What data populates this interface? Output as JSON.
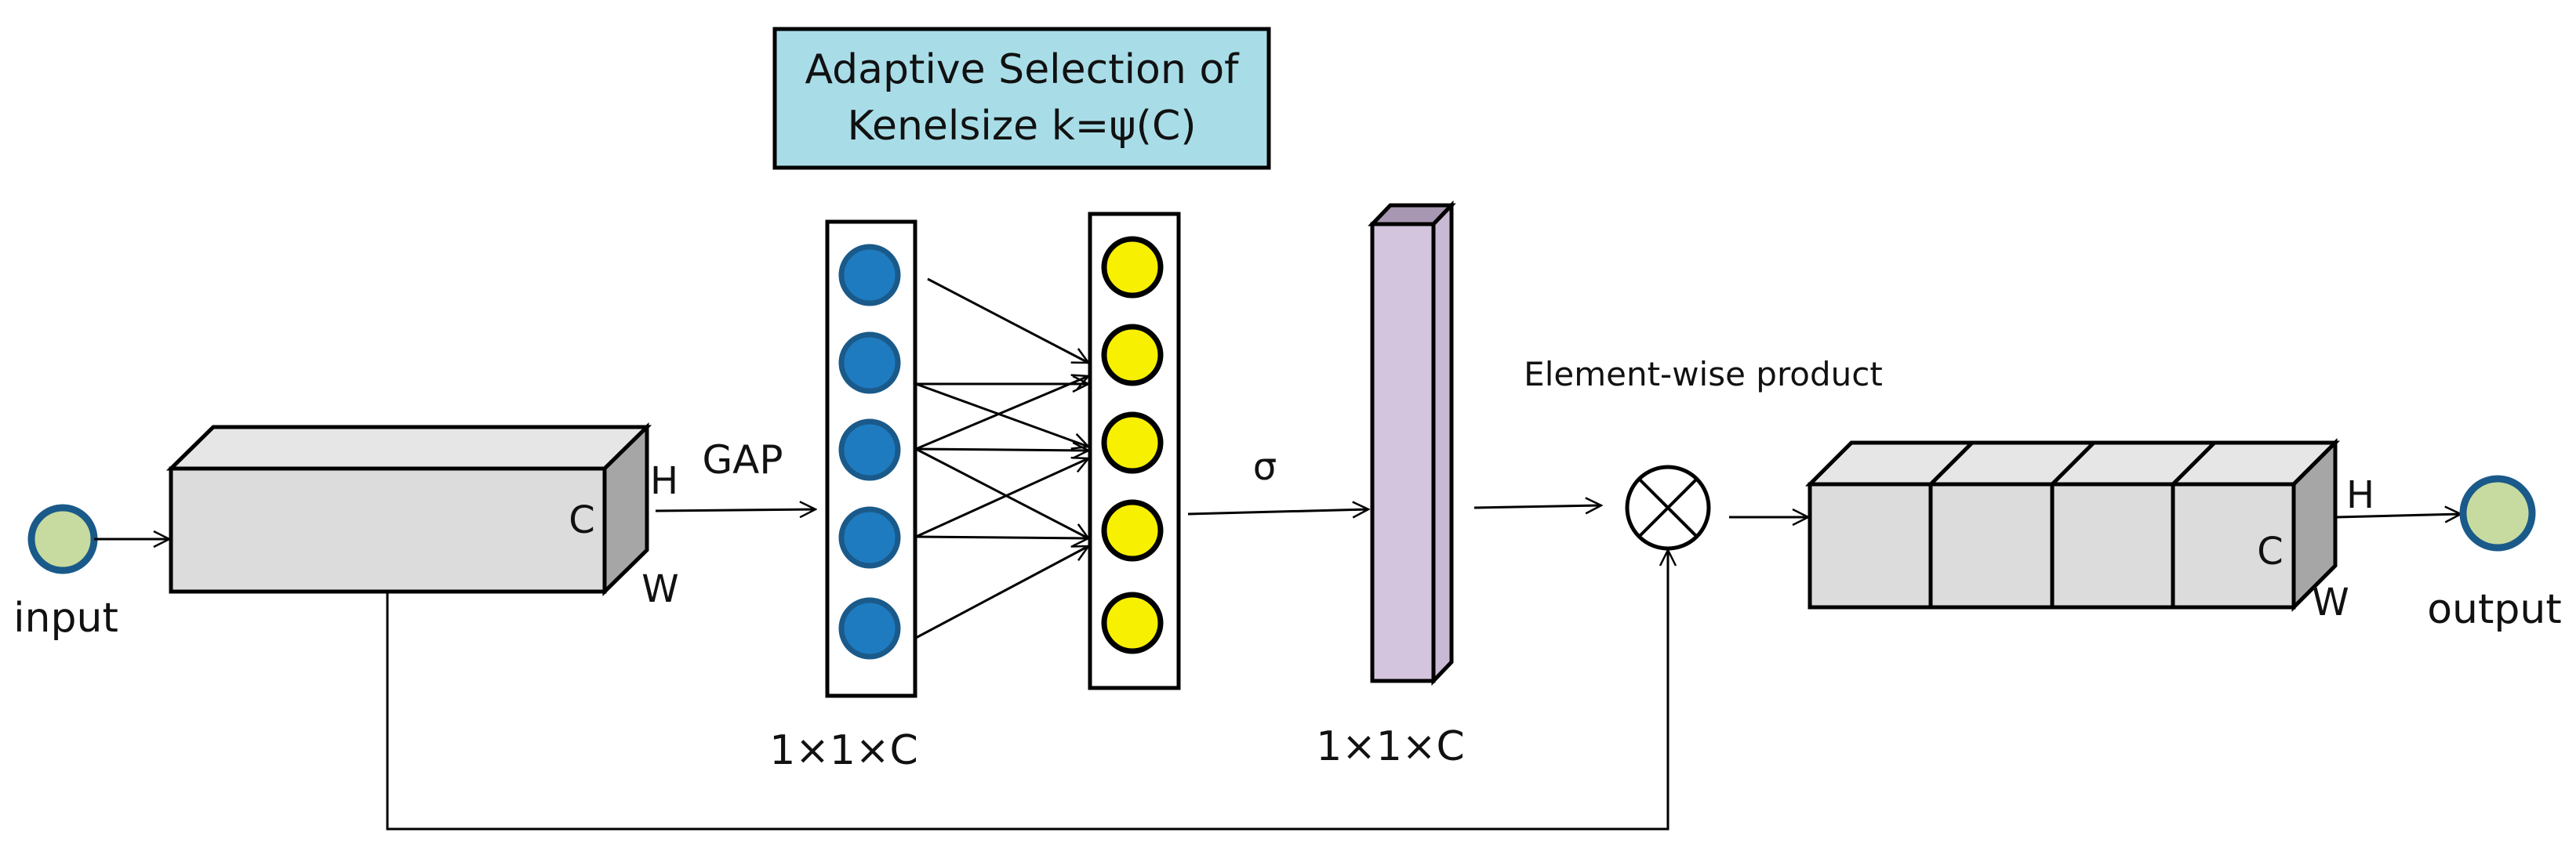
{
  "title_box": {
    "line1": "Adaptive Selection of",
    "line2": "Kenelsize k=ψ(C)"
  },
  "labels": {
    "input": "input",
    "output": "output",
    "gap": "GAP",
    "sigma": "σ",
    "element_wise": "Element-wise product",
    "dim1": "1×1×C",
    "dim2": "1×1×C",
    "input_h": "H",
    "input_c": "C",
    "input_w": "W",
    "output_h": "H",
    "output_c": "C",
    "output_w": "W"
  },
  "colors": {
    "title_fill": "#a8dde8",
    "node_blue": "#1f7bbf",
    "node_blue_stroke": "#1a5a8a",
    "node_yellow": "#f7f000",
    "node_green": "#c7dba0",
    "node_green_stroke": "#1a5a8a",
    "cube_front": "#dcdcdc",
    "cube_top": "#e6e6e6",
    "cube_side": "#a6a6a6",
    "bar_front": "#d4c5de",
    "bar_top": "#a897b2",
    "bar_side": "#c8b9d4"
  }
}
